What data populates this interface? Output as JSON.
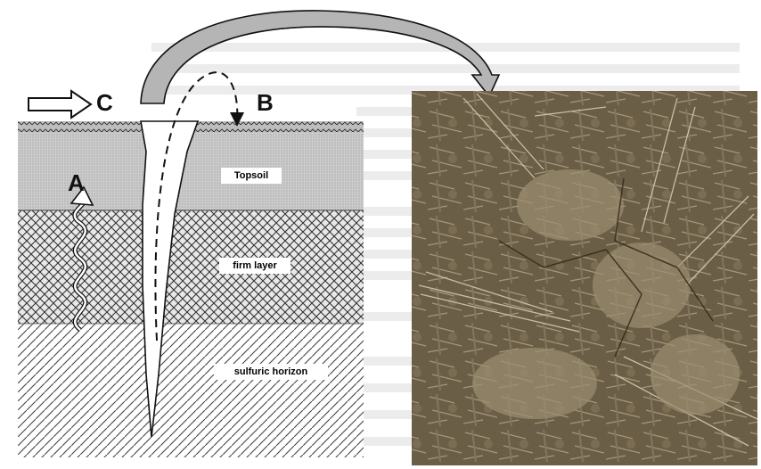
{
  "diagram": {
    "labels": {
      "topsoil": "Topsoil",
      "firm_layer": "firm layer",
      "sulfuric_horizon": "sulfuric horizon"
    },
    "letters": {
      "a": "A",
      "b": "B",
      "c": "C"
    },
    "colors": {
      "topsoil_fill": "#c8c8c8",
      "firm_layer_fill": "#cfcfcf",
      "crack_arrow_fill": "#b5b5b5",
      "line": "#1a1a1a",
      "photo_soil": "#6e6047",
      "photo_straw": "#d8cfb6"
    },
    "photo": {
      "subject": "cracked soil with dry straw stubble",
      "icon": "soil-photo"
    }
  }
}
